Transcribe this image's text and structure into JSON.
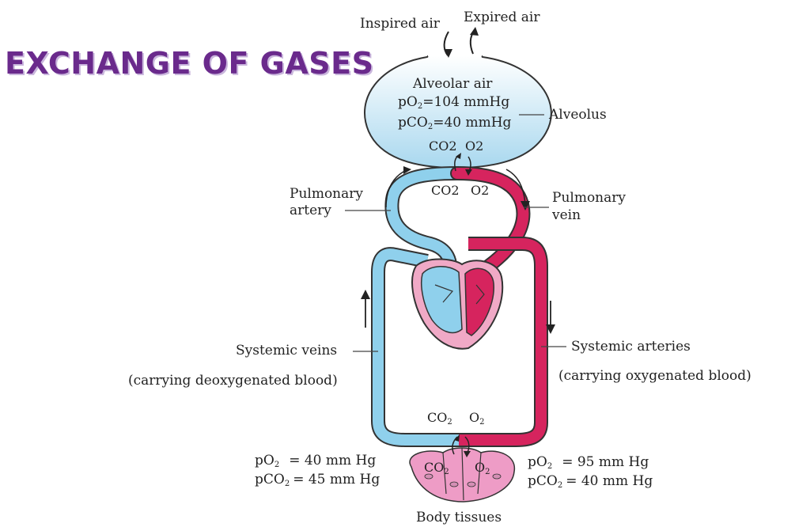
{
  "title": "EXCHANGE OF GASES",
  "labels": {
    "inspired_air": "Inspired air",
    "expired_air": "Expired air",
    "alveolar_air": "Alveolar air",
    "alveolar_po2_prefix": "pO",
    "alveolar_po2_value": "=104 mmHg",
    "alveolar_pco2_prefix": "pCO",
    "alveolar_pco2_value": "=40 mmHg",
    "alveolus": "Alveolus",
    "alv_co2": "CO2",
    "alv_o2": "O2",
    "cap_co2": "CO2",
    "cap_o2": "O2",
    "pulmonary_artery_1": "Pulmonary",
    "pulmonary_artery_2": "artery",
    "pulmonary_vein_1": "Pulmonary",
    "pulmonary_vein_2": "vein",
    "systemic_veins": "Systemic veins",
    "systemic_veins_note": "(carrying deoxygenated blood)",
    "systemic_arteries": "Systemic arteries",
    "systemic_arteries_note": "(carrying oxygenated blood)",
    "tissue_cap_co2": "CO",
    "tissue_cap_o2": "O",
    "tissue_co2": "CO",
    "tissue_o2": "O",
    "left_po2_prefix": "pO",
    "left_po2_value": "= 40 mm Hg",
    "left_pco2_prefix": "pCO",
    "left_pco2_value": "= 45 mm Hg",
    "right_po2_prefix": "pO",
    "right_po2_value": "= 95 mm Hg",
    "right_pco2_prefix": "pCO",
    "right_pco2_value": "= 40 mm Hg",
    "body_tissues": "Body tissues",
    "sub_2": "2"
  },
  "colors": {
    "title": "#6a2a8c",
    "deoxygenated": "#8fd0ec",
    "oxygenated": "#d6245e",
    "heart_outer": "#f0a9c6",
    "alveolus_fill": "#c6e6f4",
    "tissue": "#ee9cc6"
  }
}
